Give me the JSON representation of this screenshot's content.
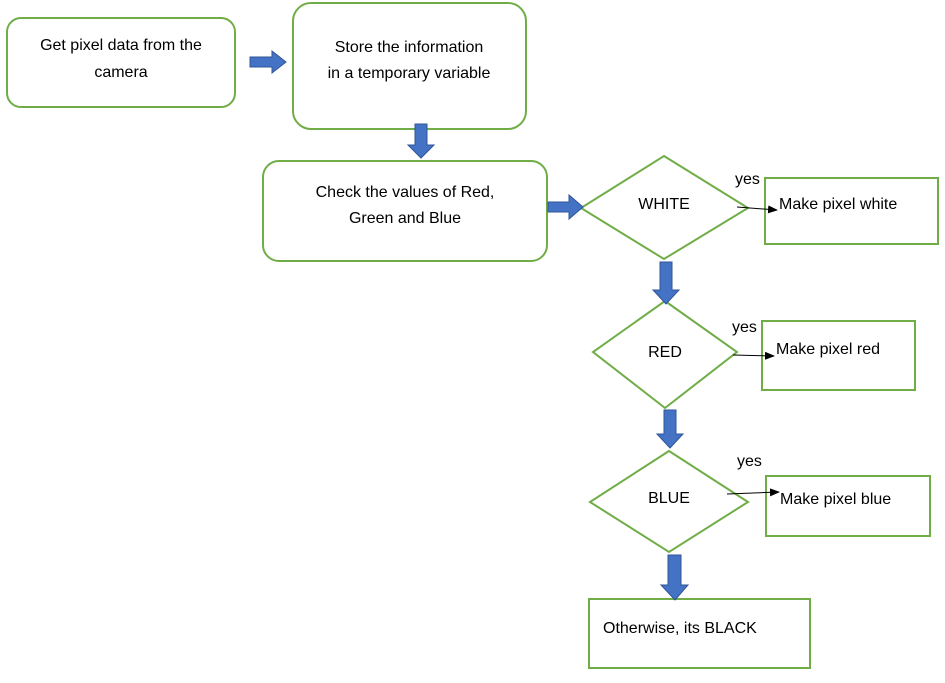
{
  "nodes": {
    "get_pixel": {
      "lines": [
        "Get pixel data from the",
        "camera"
      ]
    },
    "store_info": {
      "lines": [
        "Store the information",
        "in a temporary variable"
      ]
    },
    "check_values": {
      "lines": [
        "Check the values of Red,",
        "Green and Blue"
      ]
    },
    "white_decision": {
      "label": "WHITE"
    },
    "red_decision": {
      "label": "RED"
    },
    "blue_decision": {
      "label": "BLUE"
    },
    "make_white": {
      "label": "Make pixel white"
    },
    "make_red": {
      "label": "Make pixel red"
    },
    "make_blue": {
      "label": "Make pixel blue"
    },
    "otherwise_black": {
      "label": "Otherwise, its BLACK"
    }
  },
  "edge_labels": {
    "white_yes": "yes",
    "red_yes": "yes",
    "blue_yes": "yes"
  },
  "colors": {
    "node_border": "#70ad47",
    "block_arrow_fill": "#4472c4",
    "block_arrow_border": "#2f5597"
  }
}
